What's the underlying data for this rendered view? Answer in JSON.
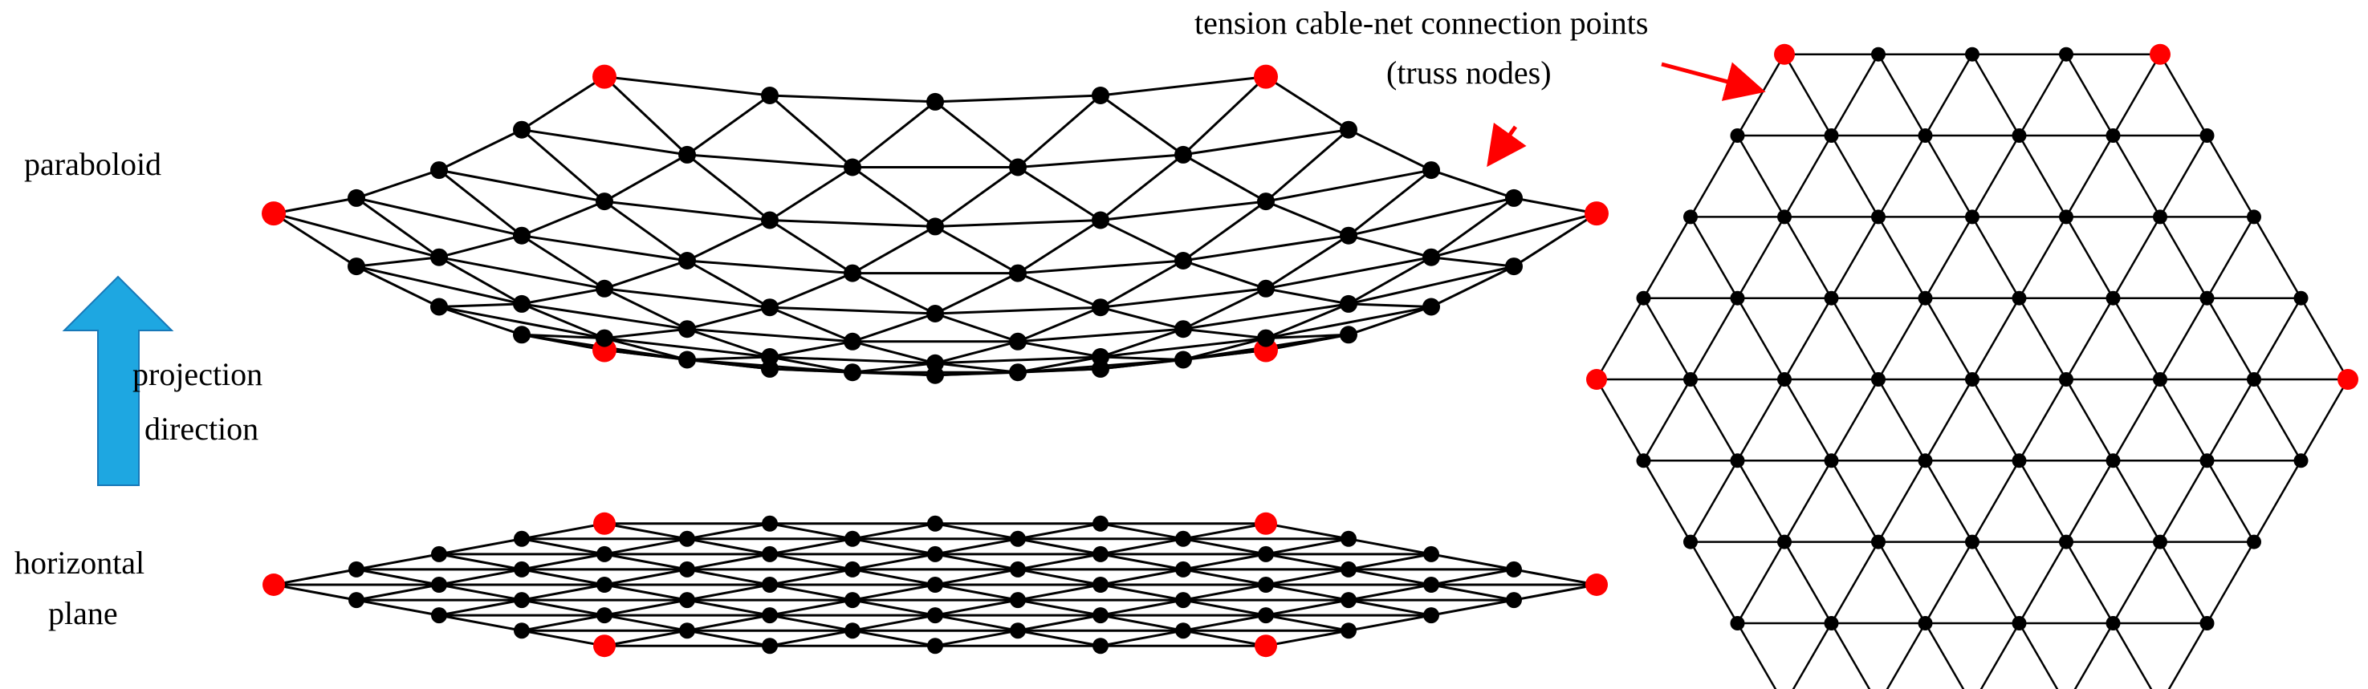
{
  "labels": {
    "paraboloid": "paraboloid",
    "projection_line1": "projection",
    "projection_line2": "direction",
    "horizontal_line1": "horizontal",
    "horizontal_line2": "plane",
    "connection_line1": "tension cable-net connection points",
    "connection_line2": "(truss nodes)"
  },
  "colors": {
    "regular_node": "#000000",
    "connection_node": "#ff0000",
    "edge": "#000000",
    "arrow_fill": "#1ea7e1",
    "arrow_stroke": "#1778b8",
    "annotation_arrow": "#ff0000"
  },
  "mesh": {
    "description_of_structure": "hexagonal triangular cable net, 5 rings of nodes, 6 corner truss nodes",
    "corner_node_count": 6,
    "regular_node_count": 55
  }
}
